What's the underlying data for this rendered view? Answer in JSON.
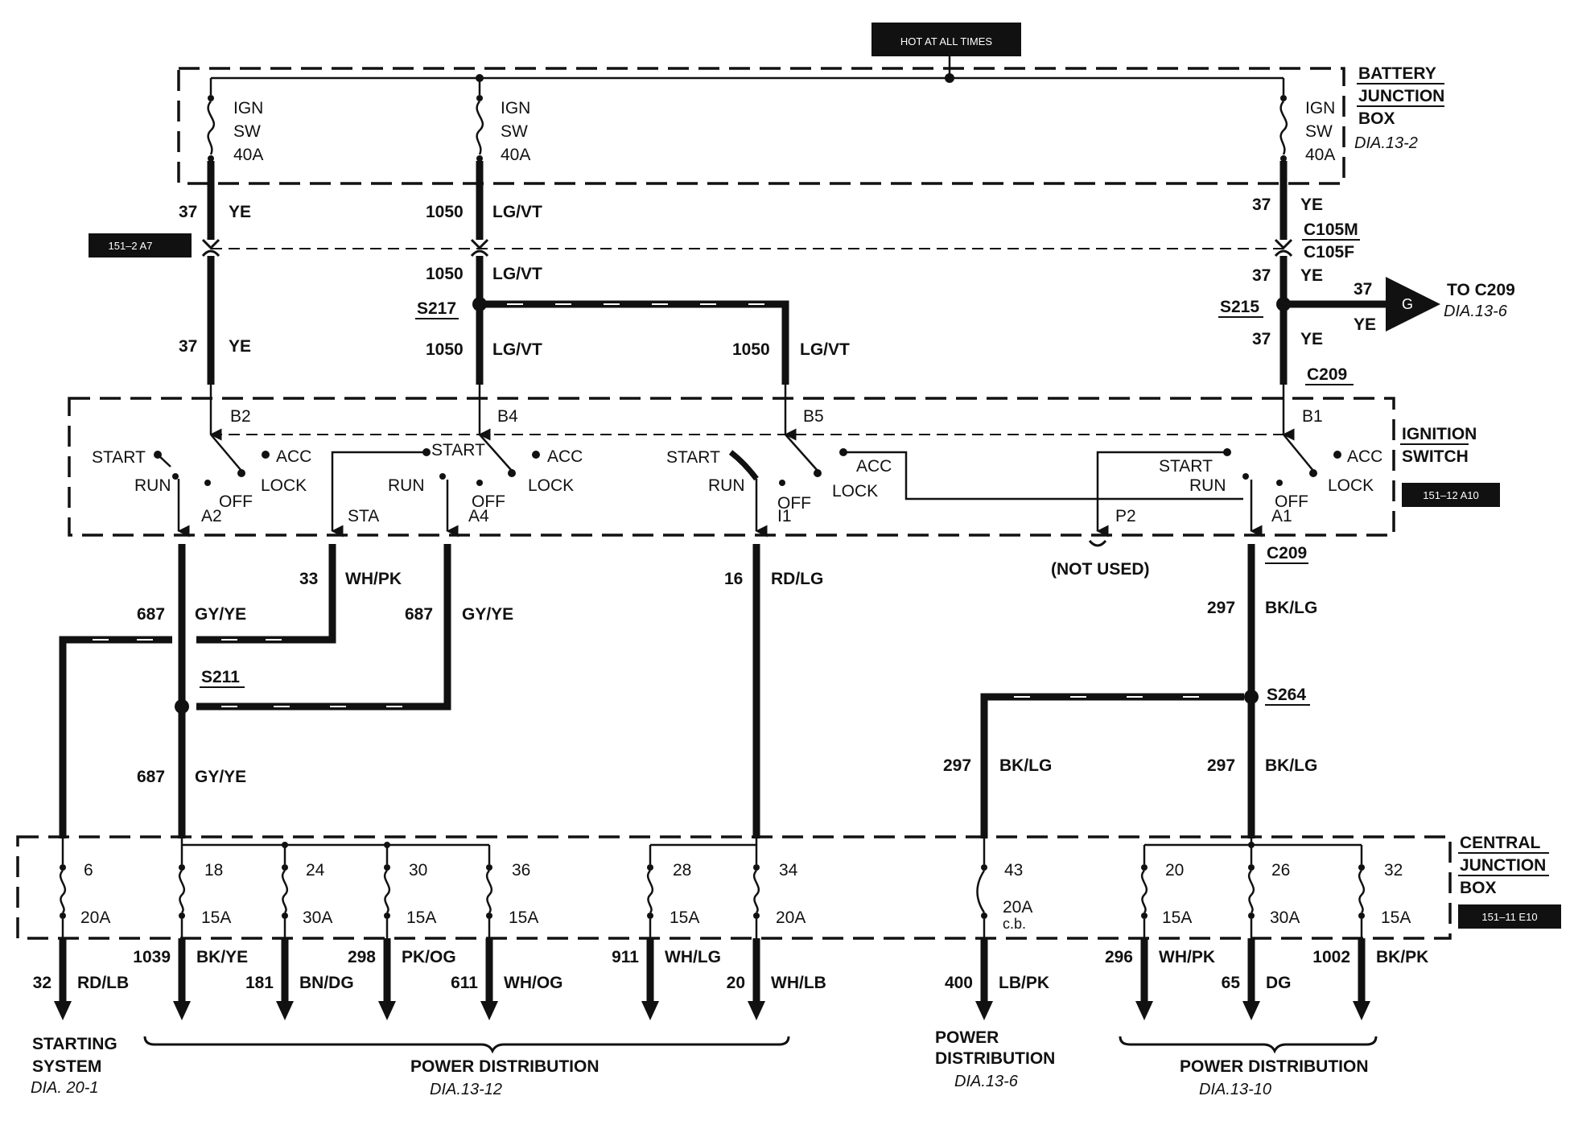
{
  "header": {
    "hot_label": "HOT AT ALL TIMES"
  },
  "battery_box": {
    "title_1": "BATTERY",
    "title_2": "JUNCTION",
    "title_3": "BOX",
    "dia": "DIA.13-2",
    "fuse_lines": [
      "IGN",
      "SW",
      "40A"
    ]
  },
  "tags": {
    "ref_a7": "151–2 A7",
    "ref_a10": "151–12 A10",
    "ref_e10": "151–11 E10"
  },
  "upper": {
    "c37": "37",
    "ye": "YE",
    "c1050": "1050",
    "lgvt": "LG/VT",
    "c105m": "C105M",
    "c105f": "C105F",
    "s217": "S217",
    "s215": "S215",
    "c209": "C209",
    "to_c209": "TO C209",
    "to_c209_dia": "DIA.13-6",
    "g": "G"
  },
  "ign_switch": {
    "title_1": "IGNITION",
    "title_2": "SWITCH",
    "start": "START",
    "run": "RUN",
    "off": "OFF",
    "acc": "ACC",
    "lock": "LOCK",
    "b2": "B2",
    "b4": "B4",
    "b5": "B5",
    "b1": "B1",
    "a2": "A2",
    "sta": "STA",
    "a4": "A4",
    "i1": "I1",
    "p2": "P2",
    "a1": "A1"
  },
  "middle": {
    "c33": "33",
    "whpk": "WH/PK",
    "c687": "687",
    "gyye": "GY/YE",
    "s211": "S211",
    "c16": "16",
    "rdlg": "RD/LG",
    "not_used": "(NOT USED)",
    "c209": "C209",
    "c297": "297",
    "bklg": "BK/LG",
    "s264": "S264"
  },
  "central_box": {
    "title_1": "CENTRAL",
    "title_2": "JUNCTION",
    "title_3": "BOX",
    "fuses": [
      {
        "num": "6",
        "amp": "20A"
      },
      {
        "num": "18",
        "amp": "15A"
      },
      {
        "num": "24",
        "amp": "30A"
      },
      {
        "num": "30",
        "amp": "15A"
      },
      {
        "num": "36",
        "amp": "15A"
      },
      {
        "num": "28",
        "amp": "15A"
      },
      {
        "num": "34",
        "amp": "20A"
      },
      {
        "num": "43",
        "amp": "20A",
        "extra": "c.b."
      },
      {
        "num": "20",
        "amp": "15A"
      },
      {
        "num": "26",
        "amp": "30A"
      },
      {
        "num": "32",
        "amp": "15A"
      }
    ]
  },
  "outputs": [
    {
      "circuit": "32",
      "color": "RD/LB"
    },
    {
      "circuit": "1039",
      "color": "BK/YE"
    },
    {
      "circuit": "181",
      "color": "BN/DG"
    },
    {
      "circuit": "298",
      "color": "PK/OG"
    },
    {
      "circuit": "611",
      "color": "WH/OG"
    },
    {
      "circuit": "911",
      "color": "WH/LG"
    },
    {
      "circuit": "20",
      "color": "WH/LB"
    },
    {
      "circuit": "400",
      "color": "LB/PK"
    },
    {
      "circuit": "296",
      "color": "WH/PK"
    },
    {
      "circuit": "65",
      "color": "DG"
    },
    {
      "circuit": "1002",
      "color": "BK/PK"
    }
  ],
  "destinations": {
    "starting_1": "STARTING",
    "starting_2": "SYSTEM",
    "starting_dia": "DIA. 20-1",
    "pd_a": "POWER DISTRIBUTION",
    "pd_a_dia": "DIA.13-12",
    "pd_b1": "POWER",
    "pd_b2": "DISTRIBUTION",
    "pd_b_dia": "DIA.13-6",
    "pd_c": "POWER DISTRIBUTION",
    "pd_c_dia": "DIA.13-10"
  }
}
